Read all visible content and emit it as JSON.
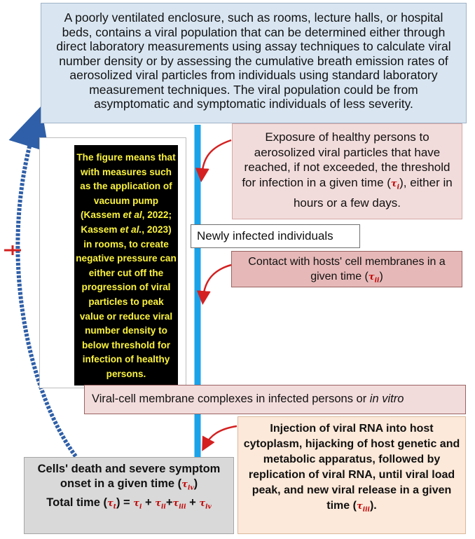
{
  "top_box": {
    "text": "A poorly ventilated enclosure, such as rooms, lecture halls, or hospital beds, contains a viral population that can be determined either through direct laboratory measurements using assay techniques to calculate viral number density or by assessing the cumulative breath emission rates of aerosolized viral particles from individuals using standard laboratory measurement techniques. The viral population could be from asymptomatic and symptomatic individuals of less severity."
  },
  "black_box": {
    "part1": "The figure means that with measures such as the application of vacuum pump (Kassem ",
    "et_al_1": "et al",
    "part2": ", 2022; Kassem ",
    "et_al_2": "et al.",
    "part3": ", 2023) in rooms, to create negative pressure can either cut off the progression of viral particles to peak value or reduce viral number density to below threshold for infection of healthy persons."
  },
  "exposure_box": {
    "text_before": "Exposure of healthy persons to aerosolized viral particles that have reached, if not exceeded, the threshold for infection in a given time (",
    "tau": "τ",
    "tau_sub": "i",
    "text_after": "), either in hours or a few days."
  },
  "newly_box": {
    "text": "Newly infected individuals"
  },
  "contact_box": {
    "text_before": "Contact with hosts' cell membranes in a given time (",
    "tau": "τ",
    "tau_sub": "ii",
    "text_after": ")"
  },
  "viral_box": {
    "text_before": "Viral-cell membrane complexes in infected persons or ",
    "text_italic": "in vitro"
  },
  "injection_box": {
    "text_before": "Injection of viral RNA into host cytoplasm, hijacking of host genetic and metabolic apparatus, followed by replication of viral RNA, until viral load peak, and new viral release in a  given time (",
    "tau": "τ",
    "tau_sub": "iii",
    "text_after": ")."
  },
  "cells_box": {
    "line1": "Cells' death and severe symptom onset in a given time (",
    "tau_iv": "τ",
    "tau_iv_sub": "iv",
    "line1_end": ")",
    "total_label": "Total time (",
    "tau_t": "τ",
    "tau_t_sub": "t",
    "equals": ") = ",
    "t1": "τ",
    "t1_sub": "i",
    "plus1": " + ",
    "t2": "τ",
    "t2_sub": "ii",
    "plus2": "+",
    "t3": "τ",
    "t3_sub": "iii",
    "plus3": " + ",
    "t4": "τ",
    "t4_sub": "iv"
  },
  "colors": {
    "flow_arrow": "#1aa3e8",
    "feedback_arrow": "#2f5fa8",
    "red_arrow": "#d42020",
    "black_box_text": "#fbf33c"
  }
}
